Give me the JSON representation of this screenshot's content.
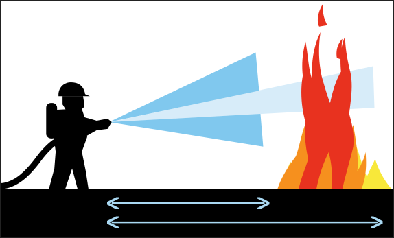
{
  "colors": {
    "background": "#ffffff",
    "ground": "#000000",
    "silhouette": "#000000",
    "spray_wide": "#80c8ee",
    "spray_narrow": "#d7ecf9",
    "arrow": "#a9d8f2",
    "flame_outer": "#f8e83a",
    "flame_middle": "#f6901e",
    "flame_inner": "#e8321f"
  },
  "icons": {
    "firefighter": "firefighter-silhouette",
    "hose": "fire-hose",
    "fire": "flames",
    "range_arrow": "double-headed-arrow"
  },
  "arrows": [
    {
      "label": "",
      "extent": "spray"
    },
    {
      "label": "",
      "extent": "stream"
    }
  ]
}
